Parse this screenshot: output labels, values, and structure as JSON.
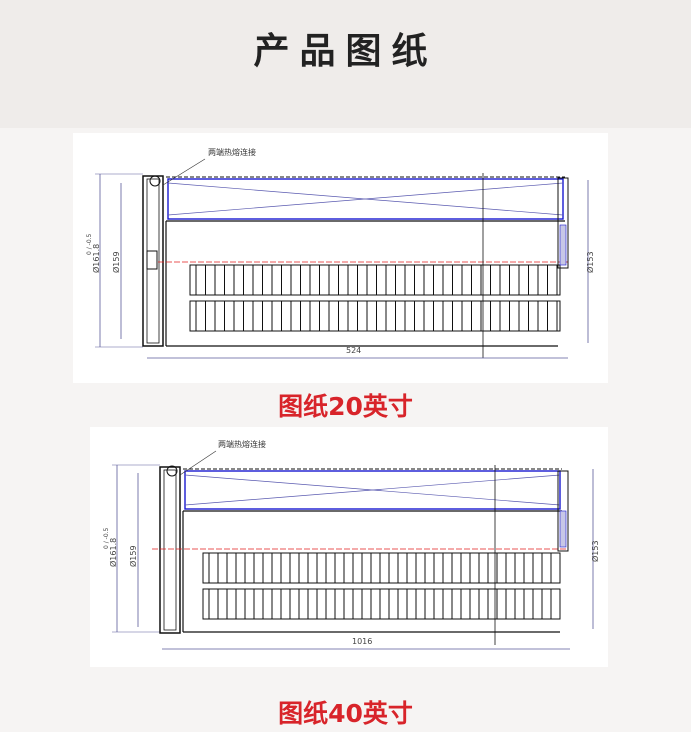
{
  "header": {
    "title": "产品图纸"
  },
  "drawings": [
    {
      "caption": "图纸20英寸",
      "note": "两端热熔连接",
      "dim_outer": "Ø161.8",
      "dim_outer_tol": "0 / -0.5",
      "dim_inner": "Ø159",
      "dim_right": "Ø153",
      "dim_length": "524"
    },
    {
      "caption": "图纸40英寸",
      "note": "两端热熔连接",
      "dim_outer": "Ø161.8",
      "dim_outer_tol": "0 / -0.5",
      "dim_inner": "Ø159",
      "dim_right": "Ø153",
      "dim_length": "1016"
    }
  ],
  "colors": {
    "caption": "#d8242a",
    "frame": "#1a1ad0",
    "centerline": "#e21d1d",
    "stroke": "#111111"
  }
}
